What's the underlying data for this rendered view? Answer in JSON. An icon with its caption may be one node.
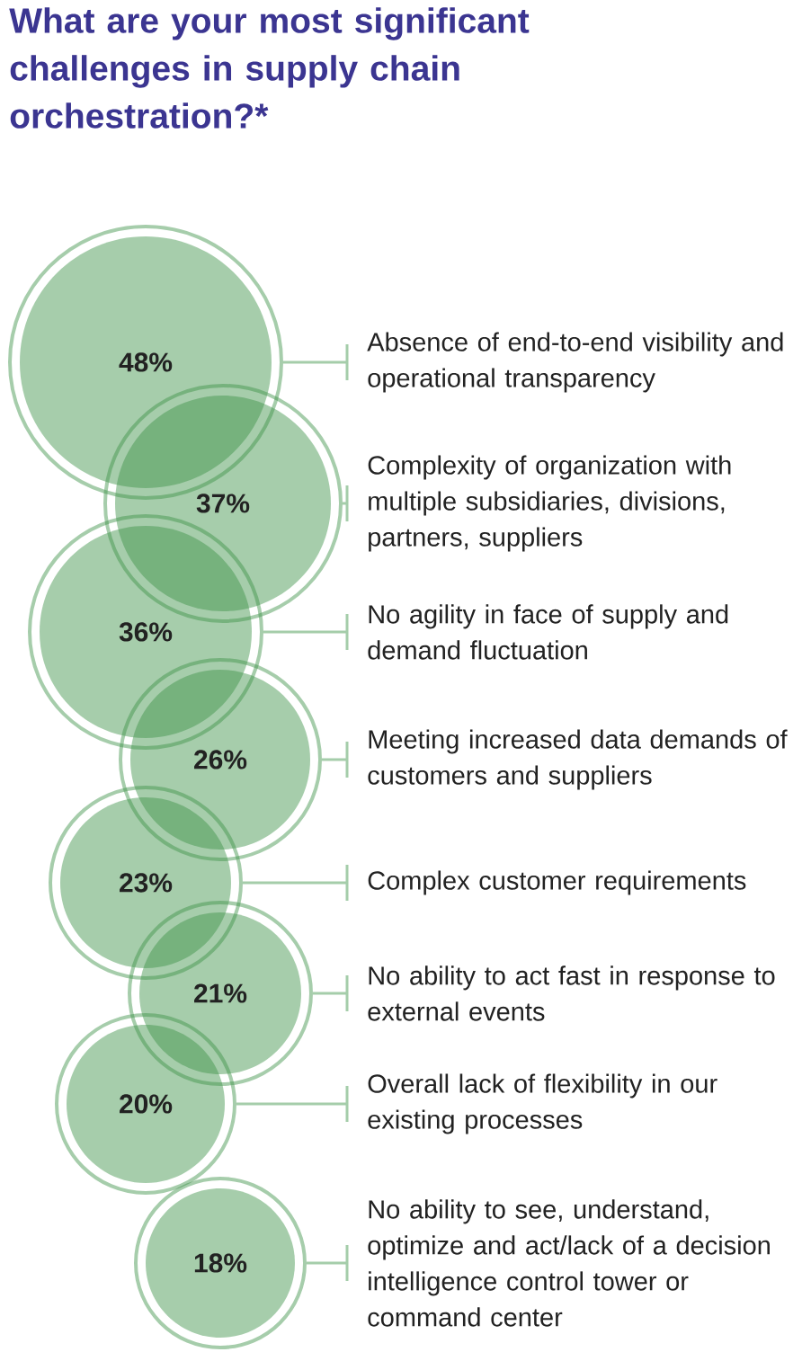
{
  "diagram": {
    "title": "What are your most significant challenges in supply chain orchestration?*",
    "nodes": [
      {
        "text": [
          "48%"
        ]
      },
      {
        "text": [
          "37%"
        ]
      },
      {
        "text": [
          "36%"
        ]
      },
      {
        "text": [
          "26%"
        ]
      },
      {
        "text": [
          "23%"
        ]
      },
      {
        "text": [
          "21%"
        ]
      },
      {
        "text": [
          "20%"
        ]
      },
      {
        "text": [
          "18%"
        ]
      },
      {
        "text": [
          "Absence of end-to-end visibility and operational transparency"
        ]
      },
      {
        "text": [
          "Complexity of organization with multiple subsidiaries, divisions, partners, suppliers"
        ]
      },
      {
        "text": [
          "No agility in face of supply and demand fluctuation"
        ]
      },
      {
        "text": [
          "Meeting increased data demands of customers and suppliers"
        ]
      },
      {
        "text": [
          "Complex customer requirements"
        ]
      },
      {
        "text": [
          "No ability to act fast in response to external events"
        ]
      },
      {
        "text": [
          "Overall lack of flexibility in our existing processes"
        ]
      },
      {
        "text": [
          "No ability to see, understand, optimize and act/lack of a decision intelligence control tower or command center"
        ]
      }
    ],
    "edges": [
      {
        "from": 0,
        "to": 8,
        "arrow": "none"
      },
      {
        "from": 1,
        "to": 9,
        "arrow": "none"
      },
      {
        "from": 2,
        "to": 10,
        "arrow": "none"
      },
      {
        "from": 3,
        "to": 11,
        "arrow": "none"
      },
      {
        "from": 4,
        "to": 12,
        "arrow": "none"
      },
      {
        "from": 5,
        "to": 13,
        "arrow": "none"
      },
      {
        "from": 6,
        "to": 14,
        "arrow": "none"
      },
      {
        "from": 7,
        "to": 15,
        "arrow": "none"
      }
    ]
  }
}
